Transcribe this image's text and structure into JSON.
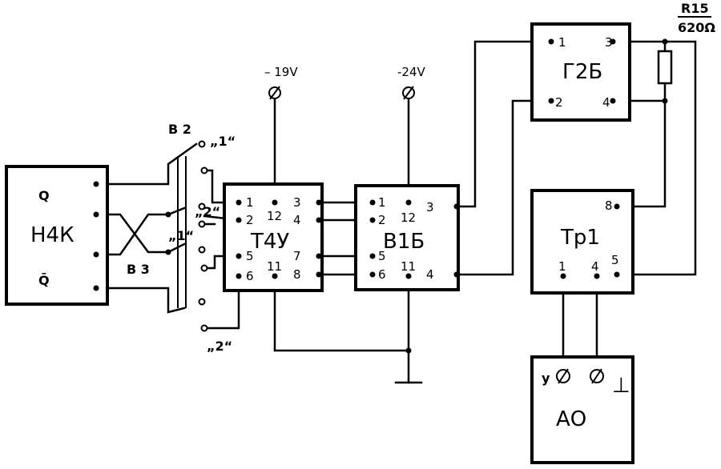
{
  "blocks": {
    "h4k": {
      "name": "Н4К",
      "q": "Q",
      "qbar": "Q̄"
    },
    "t4u": {
      "name": "Т4У",
      "pins": [
        "1",
        "2",
        "5",
        "6",
        "12",
        "11",
        "3",
        "4",
        "7",
        "8"
      ]
    },
    "v1b": {
      "name": "В1Б",
      "pins": [
        "1",
        "2",
        "5",
        "6",
        "12",
        "11",
        "3",
        "4"
      ]
    },
    "g2b": {
      "name": "Г2Б",
      "pins": [
        "1",
        "2",
        "3",
        "4"
      ]
    },
    "tr1": {
      "name": "Тр1",
      "pins": [
        "8",
        "1",
        "4",
        "5"
      ]
    },
    "ao": {
      "name": "АО",
      "input_y": "у",
      "ground_sym": "⊥"
    }
  },
  "supplies": {
    "t4u": "– 19V",
    "v1b": "-24V"
  },
  "resistor": {
    "name": "R15",
    "value": "620Ω"
  },
  "switches": {
    "b2": "В 2",
    "b3": "В 3",
    "pos1_top": "„1“",
    "pos2_top": "„2“",
    "pos1_bottom": "„1“",
    "pos2_bottom": "„2“"
  }
}
